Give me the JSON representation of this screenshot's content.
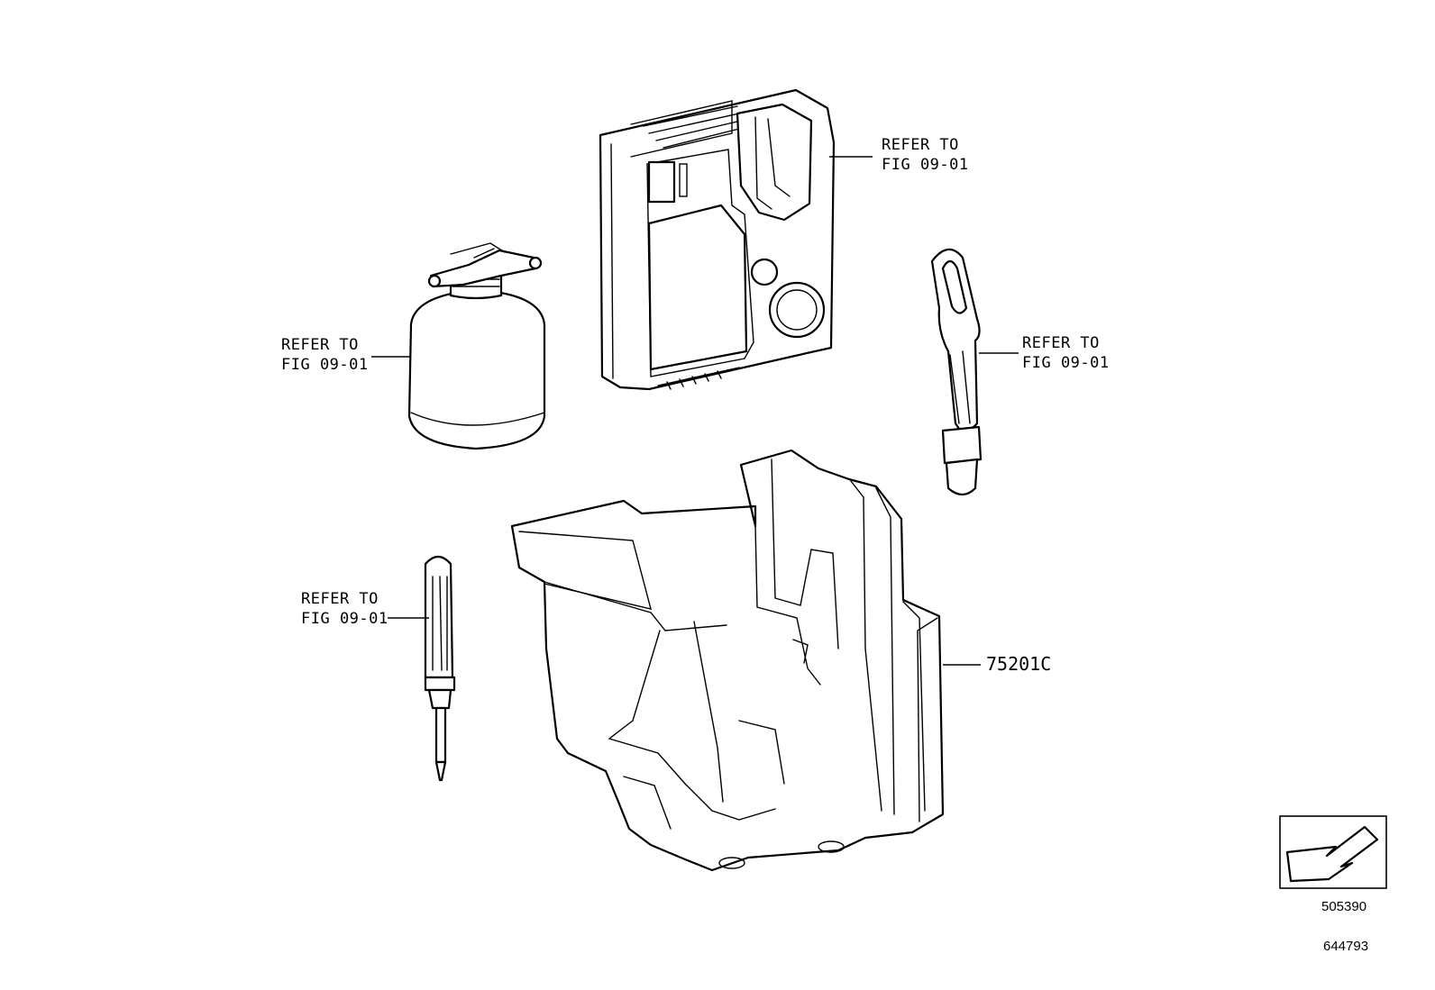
{
  "callouts": {
    "compressor": {
      "line1": "REFER TO",
      "line2": "FIG 09-01"
    },
    "sealant": {
      "line1": "REFER TO",
      "line2": "FIG 09-01"
    },
    "tow_hook": {
      "line1": "REFER TO",
      "line2": "FIG 09-01"
    },
    "screwdriver": {
      "line1": "REFER TO",
      "line2": "FIG 09-01"
    }
  },
  "part_number": "75201C",
  "orientation_icon": {
    "name": "front-direction-arrow-icon",
    "code": "505390"
  },
  "illustration_id": "644793"
}
